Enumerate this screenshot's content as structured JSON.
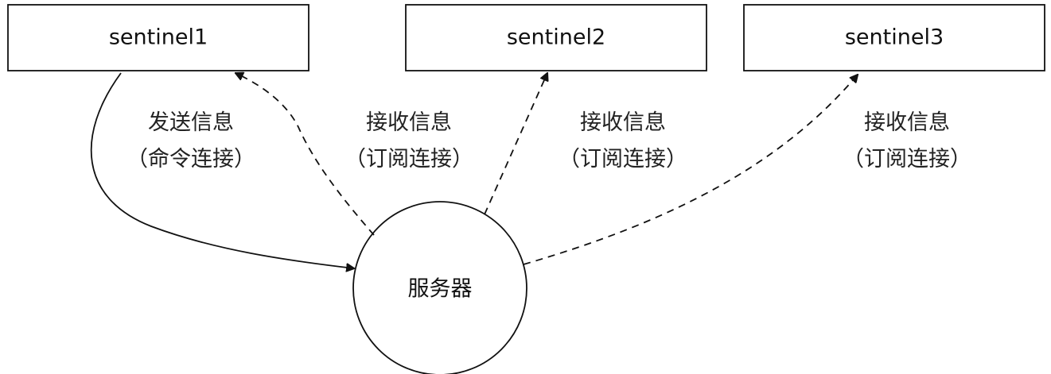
{
  "nodes": {
    "sentinel1": "sentinel1",
    "sentinel2": "sentinel2",
    "sentinel3": "sentinel3",
    "server": "服务器"
  },
  "edges": [
    {
      "from": "sentinel1",
      "to": "server",
      "style": "solid",
      "label_line1": "发送信息",
      "label_line2": "（命令连接）"
    },
    {
      "from": "server",
      "to": "sentinel1",
      "style": "dashed",
      "label_line1": "接收信息",
      "label_line2": "（订阅连接）"
    },
    {
      "from": "server",
      "to": "sentinel2",
      "style": "dashed",
      "label_line1": "接收信息",
      "label_line2": "（订阅连接）"
    },
    {
      "from": "server",
      "to": "sentinel3",
      "style": "dashed",
      "label_line1": "接收信息",
      "label_line2": "（订阅连接）"
    }
  ],
  "colors": {
    "stroke": "#111111",
    "background": "#ffffff"
  }
}
